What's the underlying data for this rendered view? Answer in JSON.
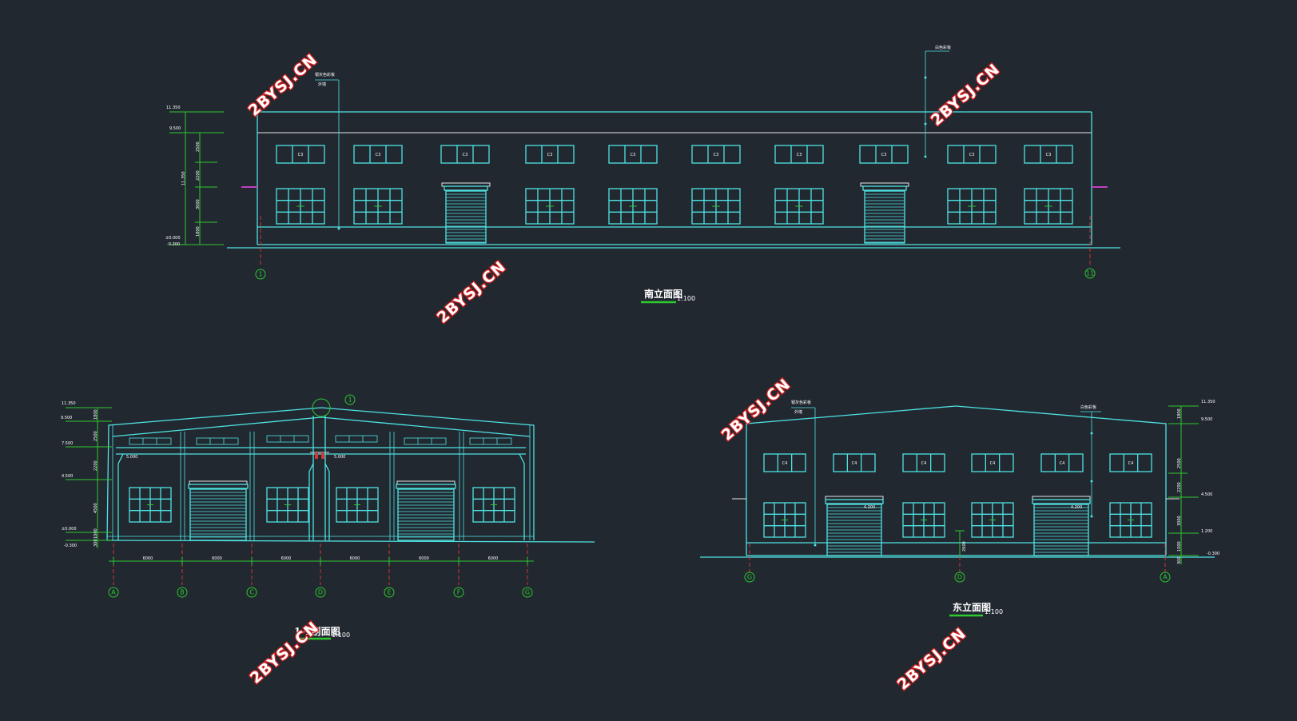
{
  "south": {
    "title": "南立面图",
    "scale": "1:100",
    "axis_left": "1",
    "axis_right": "11",
    "window_tag": "C3",
    "elevations": [
      "11.350",
      "9.500",
      "±0.000",
      "-0.300"
    ],
    "heights": [
      "1800",
      "3000",
      "2200",
      "2500"
    ],
    "total_height": "11.350",
    "note_left": [
      "银灰色彩板",
      "外墙"
    ],
    "note_right": "白色彩板"
  },
  "section": {
    "title": "1-1剖面图",
    "scale": "1:100",
    "axes": [
      "A",
      "B",
      "C",
      "D",
      "E",
      "F",
      "G"
    ],
    "bays": [
      "6000",
      "6000",
      "6000",
      "6000",
      "6000",
      "6000"
    ],
    "elevations": [
      "11.350",
      "9.500",
      "7.500",
      "4.500",
      "±0.000",
      "-0.300"
    ],
    "heights": [
      "1800",
      "2500",
      "2200",
      "4500",
      "1000",
      "300"
    ],
    "beam_level": "5.000",
    "marker": "1"
  },
  "east": {
    "title": "东立面图",
    "scale": "1:100",
    "axes": [
      "G",
      "D",
      "A"
    ],
    "window_tag": "C4",
    "elevations": [
      "11.350",
      "9.500",
      "4.500",
      "1.200",
      "-0.300"
    ],
    "heights": [
      "1800",
      "2500",
      "2200",
      "3000",
      "1000",
      "300"
    ],
    "door_level": "4.200",
    "center_dim": "2600",
    "note_left": [
      "银灰色彩板",
      "外墙"
    ],
    "note_right": "白色彩板"
  },
  "watermark": "2BYSJ.CN"
}
